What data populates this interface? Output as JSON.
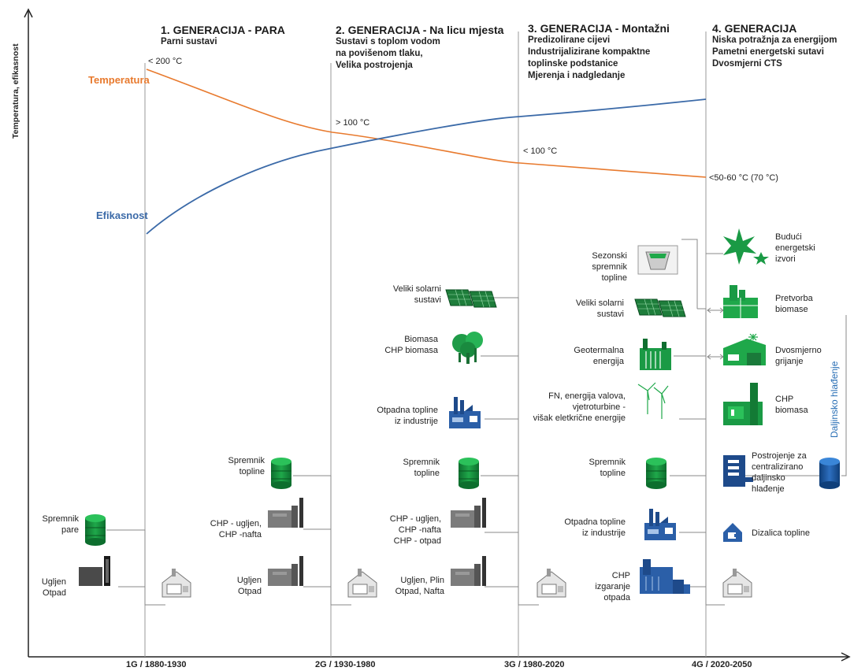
{
  "y_axis_label": "Temperatura, efikasnost",
  "x_ticks": [
    "1G / 1880-1930",
    "2G / 1930-1980",
    "3G / 1980-2020",
    "4G / 2020-2050"
  ],
  "generations": [
    {
      "title": "1. GENERACIJA - PARA",
      "lines": [
        "Parni sustavi"
      ]
    },
    {
      "title": "2. GENERACIJA - Na licu mjesta",
      "lines": [
        "Sustavi s toplom vodom",
        "na povišenom tlaku,",
        "Velika postrojenja"
      ]
    },
    {
      "title": "3. GENERACIJA - Montažni",
      "lines": [
        "Predizolirane cijevi",
        "Industrijalizirane kompaktne",
        "toplinske podstanice",
        "Mjerenja i nadgledanje"
      ]
    },
    {
      "title": "4. GENERACIJA",
      "lines": [
        "Niska potražnja za energijom",
        "Pametni energetski sutavi",
        "Dvosmjerni CTS"
      ]
    }
  ],
  "curves": {
    "temperature_label": "Temperatura",
    "efficiency_label": "Efikasnost",
    "temperature_color": "#e87a2e",
    "efficiency_color": "#3b6aa8"
  },
  "temps": [
    "< 200 °C",
    "> 100 °C",
    "< 100 °C",
    "<50-60 °C (70 °C)"
  ],
  "g1": {
    "storage": [
      "Spremnik",
      "pare"
    ],
    "fuel": [
      "Ugljen",
      "Otpad"
    ]
  },
  "g2": {
    "storage": [
      "Spremnik",
      "topline"
    ],
    "chp": [
      "CHP - ugljen,",
      "CHP -nafta"
    ],
    "fuel": [
      "Ugljen",
      "Otpad"
    ]
  },
  "g3": {
    "solar": [
      "Veliki solarni",
      "sustavi"
    ],
    "biomass": [
      "Biomasa",
      "CHP biomasa"
    ],
    "waste_heat": [
      "Otpadna topline",
      "iz industrije"
    ],
    "storage": [
      "Spremnik",
      "topline"
    ],
    "chp": [
      "CHP - ugljen,",
      "CHP -nafta",
      "CHP - otpad"
    ],
    "fuel": [
      "Ugljen, Plin",
      "Otpad, Nafta"
    ]
  },
  "g4": {
    "seasonal": [
      "Sezonski",
      "spremnik",
      "topline"
    ],
    "solar": [
      "Veliki solarni",
      "sustavi"
    ],
    "geo": [
      "Geotermalna",
      "energija"
    ],
    "renew": [
      "FN, energija valova,",
      "vjetroturbine -",
      "višak eletkrične energije"
    ],
    "storage": [
      "Spremnik",
      "topline"
    ],
    "waste_heat": [
      "Otpadna topline",
      "iz industrije"
    ],
    "chp_waste": [
      "CHP",
      "izgaranje",
      "otpada"
    ]
  },
  "g5": {
    "future": [
      "Budući",
      "energetski",
      "izvori"
    ],
    "biomass_conv": [
      "Pretvorba",
      "biomase"
    ],
    "bidir": [
      "Dvosmjerno",
      "grijanje"
    ],
    "chp_bio": [
      "CHP",
      "biomasa"
    ],
    "cooling_plant": [
      "Postrojenje za",
      "centralizirano",
      "daljinsko",
      "hlađenje"
    ],
    "heat_pump": [
      "Dizalica topline"
    ],
    "district_cooling": "Daljinsko hlađenje"
  }
}
